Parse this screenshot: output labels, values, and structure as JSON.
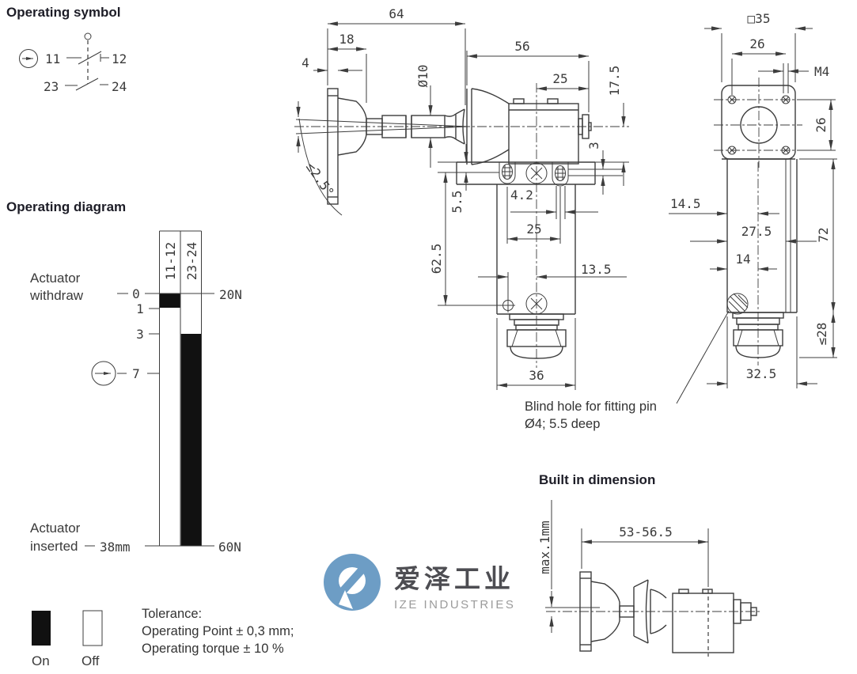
{
  "colors": {
    "line": "#3d3d3d",
    "text": "#3a3a3a",
    "heading": "#1d1d27",
    "fill_on": "#111111",
    "watermark_blue": "#6d9dc5",
    "watermark_cn_color": "#4d4d52",
    "watermark_en_color": "#9b9b9b"
  },
  "operating_symbol": {
    "title": "Operating symbol",
    "t11": "11",
    "t12": "12",
    "t23": "23",
    "t24": "24"
  },
  "operating_diagram": {
    "title": "Operating diagram",
    "col_left": "11-12",
    "col_right": "23-24",
    "withdraw_line1": "Actuator",
    "withdraw_line2": "withdraw",
    "inserted_line1": "Actuator",
    "inserted_line2": "inserted",
    "mark0": "0",
    "mark1": "1",
    "mark3": "3",
    "mark7": "7",
    "mark38": "38mm",
    "force_top": "20N",
    "force_bottom": "60N",
    "segments": {
      "contact_11_12": [
        {
          "from_mm": 0,
          "to_mm": 1,
          "state": "on"
        },
        {
          "from_mm": 1,
          "to_mm": 38,
          "state": "off"
        }
      ],
      "contact_23_24": [
        {
          "from_mm": 0,
          "to_mm": 3,
          "state": "off"
        },
        {
          "from_mm": 3,
          "to_mm": 38,
          "state": "on"
        }
      ]
    }
  },
  "legend": {
    "on_label": "On",
    "off_label": "Off",
    "tol1": "Tolerance:",
    "tol2": "Operating Point ± 0,3 mm;",
    "tol3": "Operating torque ± 10 %"
  },
  "front_view": {
    "d64": "64",
    "d18": "18",
    "d4": "4",
    "dia10": "Ø10",
    "d56": "56",
    "d25_top": "25",
    "d17_5": "17.5",
    "d3": "3",
    "angle": "≤2.5°",
    "d5_5": "5.5",
    "d62_5": "62.5",
    "d4_2": "4.2",
    "d25_mid": "25",
    "d13_5": "13.5",
    "d36": "36"
  },
  "side_view": {
    "sq35": "□35",
    "d26_top": "26",
    "m4": "M4",
    "d26_side": "26",
    "d14_5": "14.5",
    "d27_5": "27.5",
    "d72": "72",
    "d14": "14",
    "le28": "≤28",
    "d32_5": "32.5"
  },
  "note_blind_hole": {
    "line1": "Blind hole for fitting pin",
    "line2": "Ø4; 5.5 deep"
  },
  "built_in": {
    "title": "Built in dimension",
    "d53_56": "53-56.5",
    "max1": "max.1mm"
  },
  "watermark": {
    "cn": "爱泽工业",
    "en": "IZE INDUSTRIES"
  }
}
